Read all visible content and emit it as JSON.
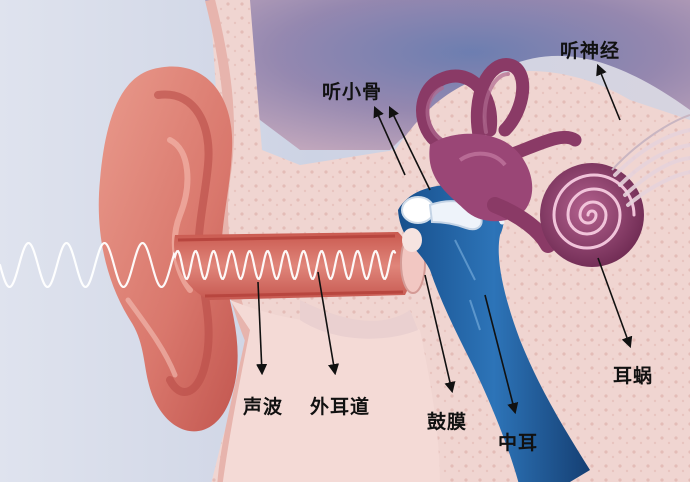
{
  "labels": {
    "ossicles": "听小骨",
    "auditory_nerve": "听神经",
    "sound_wave": "声波",
    "ear_canal": "外耳道",
    "eardrum": "鼓膜",
    "middle_ear": "中耳",
    "cochlea": "耳蜗"
  },
  "colors": {
    "outer_ear": "#d9776c",
    "middle_ear": "#1d5a99",
    "inner_ear": "#8a3a66",
    "bone": "#f1d6d2",
    "background": "#cfd4e2"
  }
}
